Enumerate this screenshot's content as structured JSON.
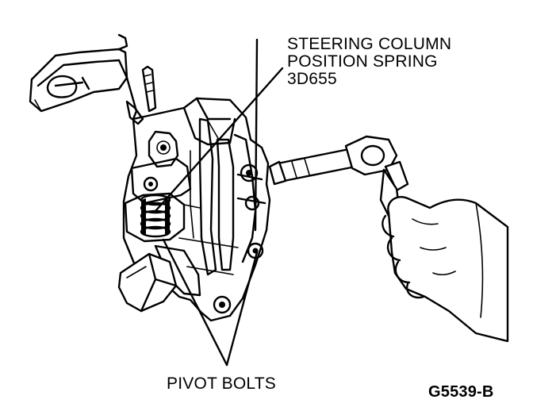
{
  "callout_label": {
    "line1": "STEERING COLUMN",
    "line2": "POSITION SPRING",
    "line3": "3D655"
  },
  "pivot_label": "PIVOT BOLTS",
  "figure_id": "G5539-B"
}
